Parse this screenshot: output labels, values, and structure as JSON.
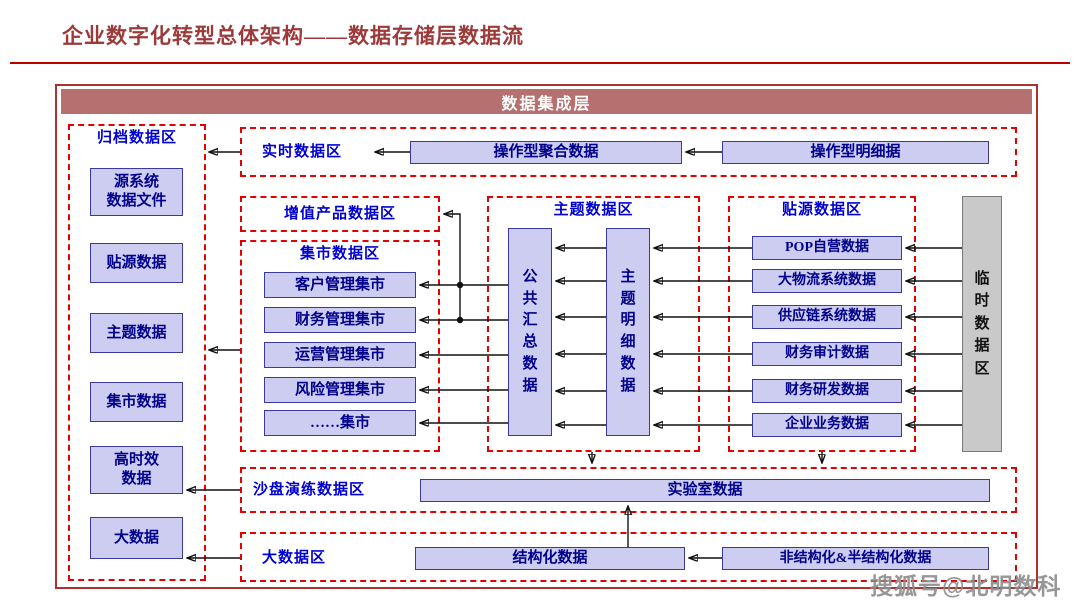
{
  "page": {
    "title": "企业数字化转型总体架构——数据存储层数据流",
    "watermark": "搜狐号@北明数科"
  },
  "colors": {
    "title_text": "#9C3A3A",
    "accent_red": "#C00000",
    "zone_border_red": "#E60000",
    "zone_label_blue": "#0000D0",
    "box_fill": "#CDCDF2",
    "box_border": "#3A3A9E",
    "box_text": "#00008B",
    "header_bg": "#B77070",
    "temp_fill": "#C9C9C9"
  },
  "header": {
    "label": "数据集成层"
  },
  "zones": {
    "archive": {
      "label": "归档数据区",
      "items": [
        "源系统\n数据文件",
        "贴源数据",
        "主题数据",
        "集市数据",
        "高时效\n数据",
        "大数据"
      ]
    },
    "realtime": {
      "label": "实时数据区",
      "aggregate_box": "操作型聚合数据",
      "detail_box": "操作型明细据"
    },
    "value_added": {
      "label": "增值产品数据区"
    },
    "mart": {
      "label": "集市数据区",
      "items": [
        "客户管理集市",
        "财务管理集市",
        "运营管理集市",
        "风险管理集市",
        "……集市"
      ]
    },
    "subject": {
      "label": "主题数据区",
      "summary_box": "公共汇总数据",
      "detail_box": "主题明细数据"
    },
    "source": {
      "label": "贴源数据区",
      "items": [
        "POP自营数据",
        "大物流系统数据",
        "供应链系统数据",
        "财务审计数据",
        "财务研发数据",
        "企业业务数据"
      ]
    },
    "temp": {
      "label": "临时数据区"
    },
    "sandbox": {
      "label": "沙盘演练数据区",
      "lab_box": "实验室数据"
    },
    "bigdata": {
      "label": "大数据区",
      "structured_box": "结构化数据",
      "unstructured_box": "非结构化&半结构化数据"
    }
  }
}
